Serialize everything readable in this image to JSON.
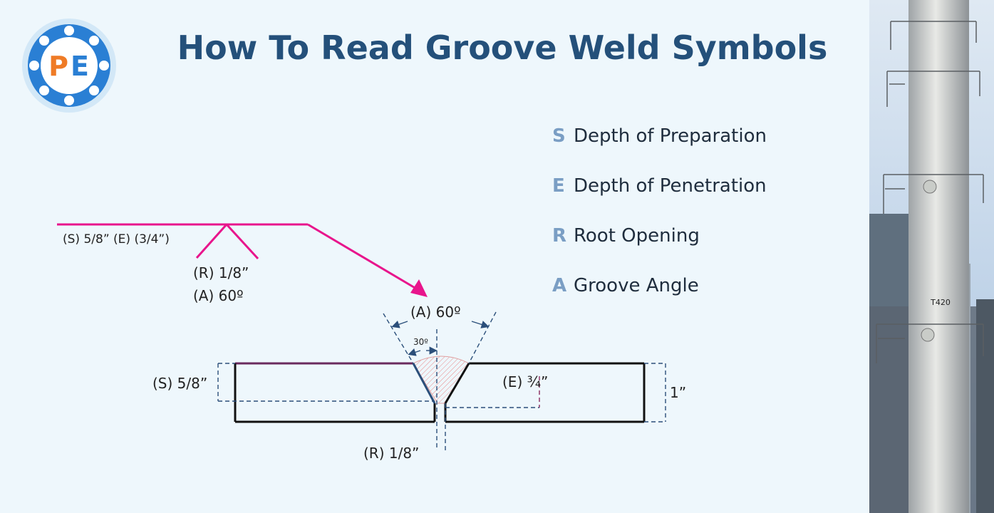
{
  "title": "How To Read Groove Weld Symbols",
  "logo": {
    "text": "PE",
    "colors": {
      "ring": "#2a7fd4",
      "letters": "#ef7b26",
      "inner": "#ffffff"
    }
  },
  "legend": [
    {
      "key": "S",
      "label": "Depth of Preparation"
    },
    {
      "key": "E",
      "label": "Depth of Penetration"
    },
    {
      "key": "R",
      "label": "Root Opening"
    },
    {
      "key": "A",
      "label": "Groove Angle"
    }
  ],
  "symbol": {
    "top_text": "(S) 5/8”  (E) (3/4”)",
    "root_text": "(R) 1/8”",
    "angle_text": "(A) 60º",
    "color": "#e8158c"
  },
  "joint": {
    "angle_label": "(A) 60º",
    "half_angle_label": "30º",
    "depth_prep_label": "(S) 5/8”",
    "penetration_label": "(E) ¾”",
    "thickness_label": "1”",
    "root_label": "(R) 1/8”"
  },
  "photo": {
    "tank_label": "T420"
  }
}
